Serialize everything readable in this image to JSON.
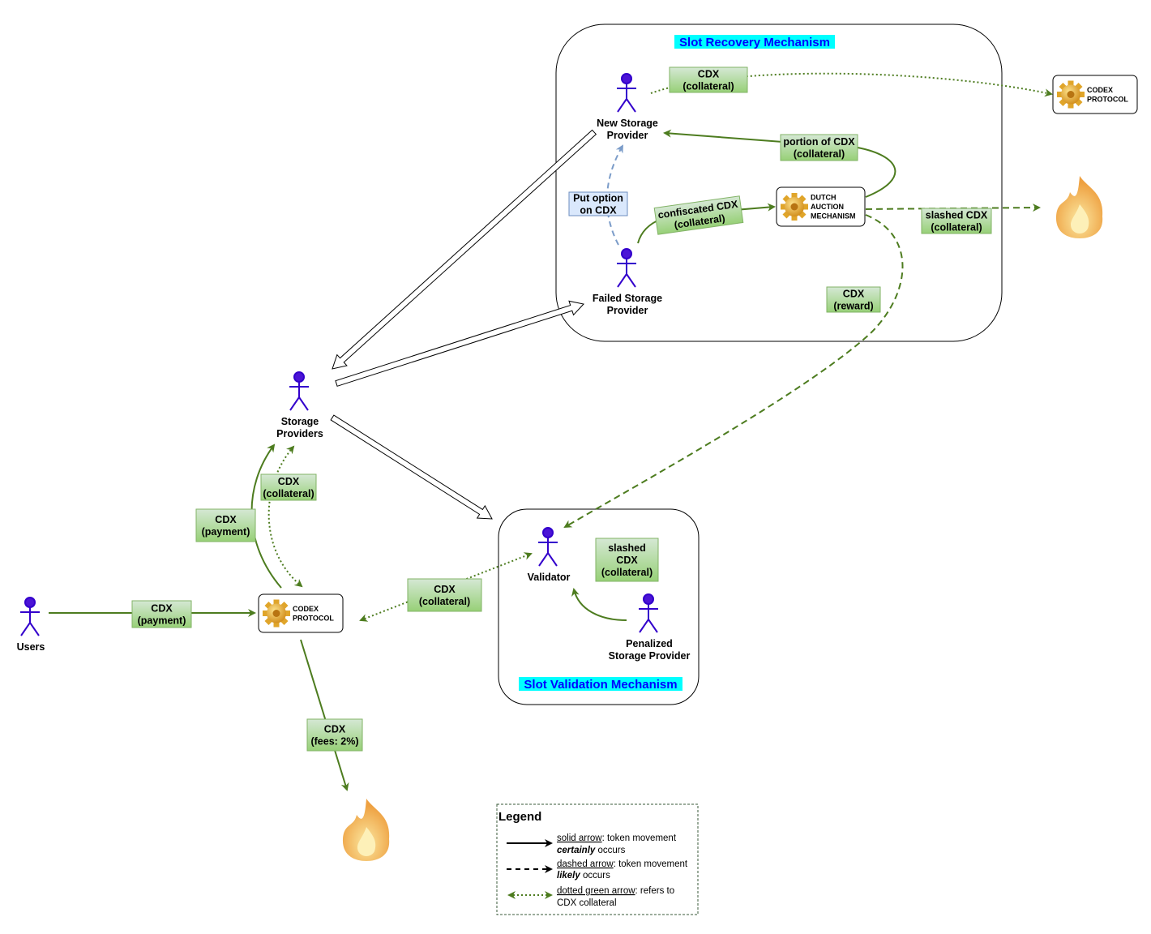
{
  "containers": {
    "slot_recovery": "Slot Recovery Mechanism",
    "slot_validation": "Slot Validation Mechanism"
  },
  "actors": {
    "new_sp": [
      "New Storage",
      "Provider"
    ],
    "failed_sp": [
      "Failed Storage",
      "Provider"
    ],
    "storage_providers": [
      "Storage",
      "Providers"
    ],
    "validator": [
      "Validator"
    ],
    "penalized_sp": [
      "Penalized",
      "Storage Provider"
    ],
    "users": [
      "Users"
    ]
  },
  "nodes": {
    "codex_top": [
      "CODEX",
      "PROTOCOL"
    ],
    "codex_main": [
      "CODEX",
      "PROTOCOL"
    ],
    "dutch_auction": [
      "DUTCH",
      "AUCTION",
      "MECHANISM"
    ]
  },
  "edge_labels": {
    "new_sp_collateral": [
      "CDX",
      "(collateral)"
    ],
    "portion_collateral": [
      "portion of CDX",
      "(collateral)"
    ],
    "confiscated": [
      "confiscated CDX",
      "(collateral)"
    ],
    "slashed_recovery": [
      "slashed CDX",
      "(collateral)"
    ],
    "reward": [
      "CDX",
      "(reward)"
    ],
    "put_option": [
      "Put option",
      "on CDX"
    ],
    "sp_collateral": [
      "CDX",
      "(collateral)"
    ],
    "sp_payment": [
      "CDX",
      "(payment)"
    ],
    "users_payment": [
      "CDX",
      "(payment)"
    ],
    "validator_collateral": [
      "CDX",
      "(collateral)"
    ],
    "slashed_validation": [
      "slashed",
      "CDX",
      "(collateral)"
    ],
    "fees": [
      "CDX",
      "(fees: 2%)"
    ]
  },
  "legend": {
    "title": "Legend",
    "items": [
      {
        "term": "solid arrow",
        "rest": ": token movement",
        "em": "certainly",
        "tail": " occurs"
      },
      {
        "term": "dashed arrow",
        "rest": ": token movement",
        "em": "likely",
        "tail": " occurs"
      },
      {
        "term": "dotted green arrow",
        "rest": ": refers to",
        "line2": "CDX collateral"
      }
    ]
  },
  "colors": {
    "edge_green": "#4d7c1f",
    "label_fill_top": "#d5e8d4",
    "label_fill_bottom": "#97d077",
    "label_stroke": "#82b366",
    "actor": "#4b14d6",
    "title_highlight": "#00ffff",
    "put_option_fill": "#dae8fc",
    "put_option_stroke": "#6c8ebf",
    "put_option_edge": "#7b9cc9"
  }
}
